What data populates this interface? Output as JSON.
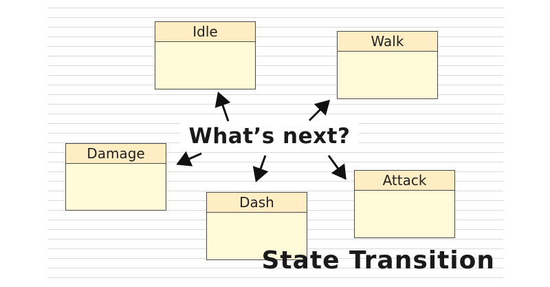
{
  "center_text": "What’s next?",
  "title": "State Transition",
  "states": {
    "idle": "Idle",
    "walk": "Walk",
    "damage": "Damage",
    "dash": "Dash",
    "attack": "Attack"
  },
  "colors": {
    "box_fill": "#fffbd9",
    "header_fill": "#ffeec3",
    "border": "#4a4a4a",
    "ruled_line": "#d9d9d9",
    "text": "#1a1a1a"
  }
}
